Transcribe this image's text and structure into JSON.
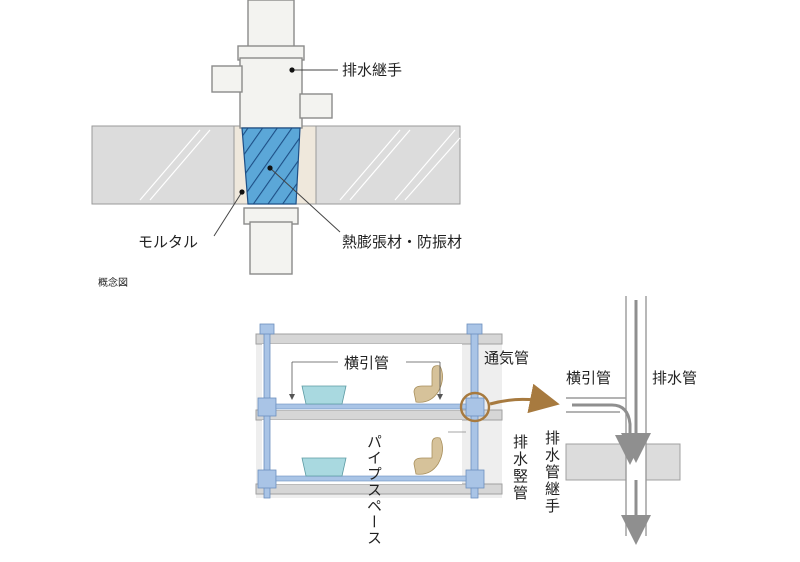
{
  "top_diagram": {
    "label_joint": "排水継手",
    "label_mortar": "モルタル",
    "label_insulation": "熱膨張材・防振材",
    "caption": "概念図"
  },
  "bottom_diagram": {
    "label_horizontal_pipe": "横引管",
    "label_vent_pipe": "通気管",
    "label_pipe_space": "パイプスペース",
    "label_drain_riser": "排水竪管",
    "label_detail_horizontal": "横引管",
    "label_detail_drain": "排水管",
    "label_detail_joint": "排水管継手"
  },
  "colors": {
    "pipe_fill": "#f3f3f0",
    "pipe_stroke": "#8a8a8a",
    "slab_fill": "#dcdcdc",
    "insulation_blue": "#5ba7d8",
    "mortar": "#efe8dc",
    "fixture_tan": "#d6c29a",
    "tub_cyan": "#a9d9e0",
    "highlight_ring": "#a77a3f",
    "riser_blue": "#a9c4e6"
  }
}
